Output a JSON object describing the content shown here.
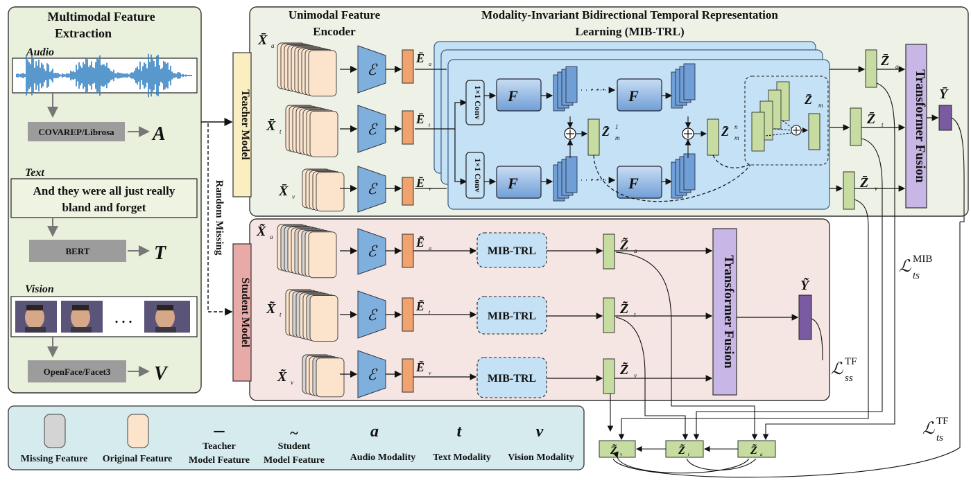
{
  "extraction": {
    "title_line1": "Multimodal Feature",
    "title_line2": "Extraction",
    "audio_label": "Audio",
    "covarep_label": "COVAREP/Librosa",
    "audio_symbol": "A",
    "text_label": "Text",
    "transcript_line1": "And they were all just really",
    "transcript_line2": "bland and forget",
    "bert_label": "BERT",
    "text_symbol": "T",
    "vision_label": "Vision",
    "frames_ellipsis": ". . .",
    "openface_label": "OpenFace/Facet3",
    "vision_symbol": "V"
  },
  "headers": {
    "encoder_line1": "Unimodal Feature",
    "encoder_line2": "Encoder",
    "mib_line1": "Modality-Invariant Bidirectional Temporal Representation",
    "mib_line2": "Learning (MIB-TRL)"
  },
  "teacher": {
    "model_label": "Teacher Model",
    "xa": "X̄",
    "xa_sub": "a",
    "xt": "X̄",
    "xt_sub": "t",
    "xv": "X̄",
    "xv_sub": "v",
    "ea": "Ē",
    "ea_sub": "a",
    "et": "Ē",
    "et_sub": "t",
    "ev": "Ē",
    "ev_sub": "v",
    "encoder_symbol": "ℰ",
    "conv_label": "1×1 Conv",
    "forward_f": "F⃗",
    "backward_f": "F⃖",
    "zm1": "Z̄",
    "zm1_sup": "1",
    "zm1_sub": "m",
    "zmn": "Z̄",
    "zmn_sup": "n",
    "zmn_sub": "m",
    "zm": "Z̄",
    "zm_sub": "m",
    "dots": "· · ·",
    "za": "Z̄",
    "za_sub": "a",
    "zt": "Z̄",
    "zt_sub": "t",
    "zv": "Z̄",
    "zv_sub": "v",
    "fusion_label": "Transformer Fusion",
    "y": "Ȳ"
  },
  "random_missing": "Random Missing",
  "student": {
    "model_label": "Student Model",
    "xa": "X̃",
    "xa_sub": "a",
    "xt": "X̃",
    "xt_sub": "t",
    "xv": "X̃",
    "xv_sub": "v",
    "ea": "Ẽ",
    "ea_sub": "a",
    "et": "Ẽ",
    "et_sub": "t",
    "ev": "Ẽ",
    "ev_sub": "v",
    "encoder_symbol": "ℰ",
    "mib_label": "MIB-TRL",
    "za": "Z̃",
    "za_sub": "a",
    "zt": "Z̃",
    "zt_sub": "t",
    "zv": "Z̃",
    "zv_sub": "v",
    "fusion_label": "Transformer Fusion",
    "y": "Ỹ"
  },
  "losses": {
    "mib": "ℒ",
    "mib_sup": "MIB",
    "mib_sub": "ts",
    "ss": "ℒ",
    "ss_sup": "TF",
    "ss_sub": "ss",
    "ts": "ℒ",
    "ts_sup": "TF",
    "ts_sub": "ts"
  },
  "bottom_nodes": {
    "zv": "Z̃",
    "zv_sub": "v",
    "zt": "Z̃",
    "zt_sub": "t",
    "za": "Z̃",
    "za_sub": "a"
  },
  "legend": {
    "missing": "Missing Feature",
    "original": "Original Feature",
    "teacher_symbol": "–",
    "teacher_line1": "Teacher",
    "teacher_line2": "Model Feature",
    "student_symbol": "~",
    "student_line1": "Student",
    "student_line2": "Model Feature",
    "audio_symbol": "a",
    "audio": "Audio Modality",
    "text_symbol": "t",
    "text": "Text Modality",
    "vision_symbol": "v",
    "vision": "Vision Modality"
  },
  "colors": {
    "extraction_bg": "#e9f0dc",
    "teacher_bg": "#eef2e6",
    "student_bg": "#f5e6e4",
    "legend_bg": "#d6ebee",
    "mib_block": "#c5e1f5",
    "encoder": "#7fb0dd",
    "embedding": "#f0a36f",
    "z_green": "#c6dca0",
    "fusion": "#c7b6e6",
    "y_purple": "#7a5aa0",
    "teacher_model": "#fbeec0",
    "student_model": "#e8aaa6",
    "feature_cream": "#fbe3cc",
    "missing_grey": "#d4d4d4"
  }
}
